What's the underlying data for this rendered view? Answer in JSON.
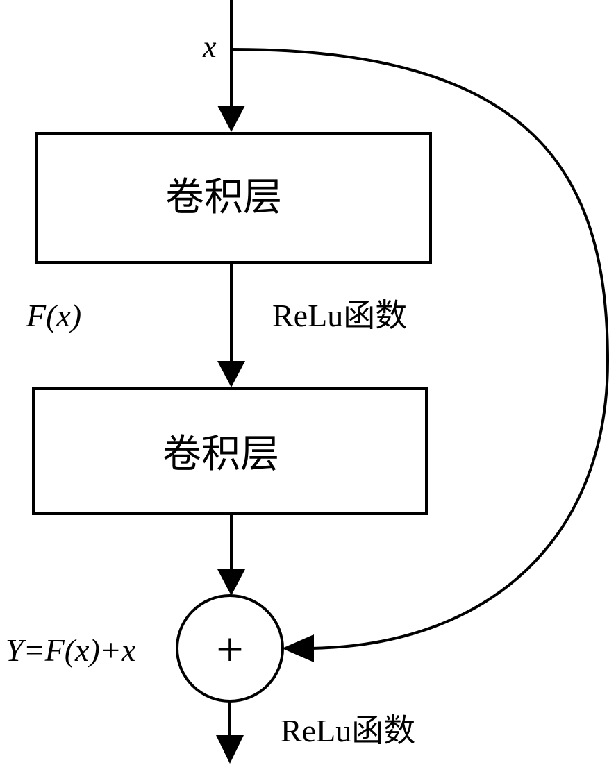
{
  "diagram": {
    "input_label": "x",
    "box1_label": "卷积层",
    "residual_label": "F(x)",
    "activation_label_1": "ReLu函数",
    "box2_label": "卷积层",
    "sum_symbol": "+",
    "output_equation": "Y=F(x)+x",
    "activation_label_2": "ReLu函数"
  }
}
